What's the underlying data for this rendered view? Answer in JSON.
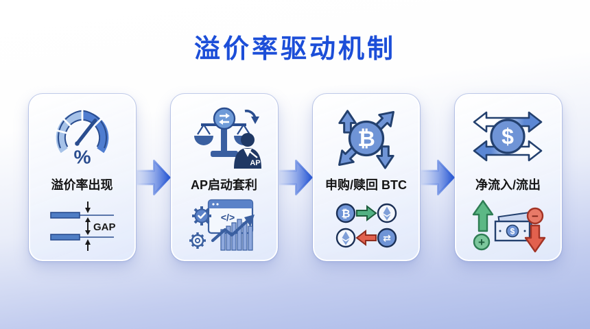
{
  "title": "溢价率驱动机制",
  "colors": {
    "title_blue": "#1c4ed8",
    "flow_arrow_blue": "#2456d6",
    "icon_fill_blue": "#6f94d6",
    "icon_outline_navy": "#23406e",
    "icon_light_blue": "#a6c2e8",
    "card_text": "#151515",
    "green": "#52b183",
    "red": "#e2614e",
    "bg_bottom": "#a9b9e8"
  },
  "cards": [
    {
      "label": "溢价率出现",
      "icon_top": "gauge-percent",
      "icon_bottom": "gap-spread",
      "texts": {
        "percent": "%",
        "gap": "GAP"
      }
    },
    {
      "label": "AP启动套利",
      "icon_top": "scales-ap-agent",
      "icon_bottom": "automation-chart",
      "texts": {
        "ap": "AP",
        "code": "</>"
      }
    },
    {
      "label": "申购/赎回 BTC",
      "icon_top": "btc-distribute",
      "icon_bottom": "coin-swap",
      "texts": {
        "btc": "₿",
        "btc_coin": "₿",
        "swap": "⇄"
      }
    },
    {
      "label": "净流入/流出",
      "icon_top": "dollar-flow",
      "icon_bottom": "money-in-out",
      "texts": {
        "dollar": "$",
        "bill_dollar": "$",
        "plus": "+",
        "minus": "−"
      }
    }
  ]
}
